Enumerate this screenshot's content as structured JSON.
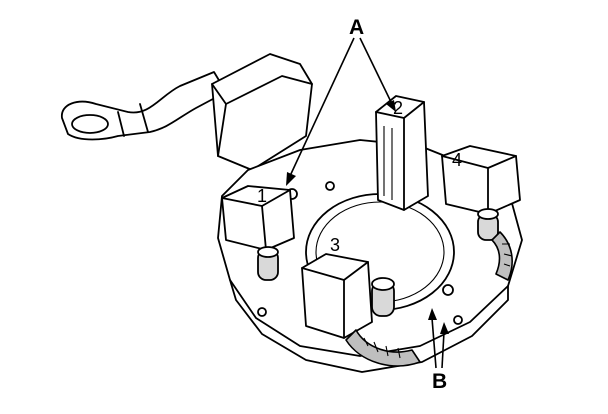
{
  "callouts": {
    "a_label": "A",
    "b_label": "B"
  },
  "brush_numbers": {
    "n1": "1",
    "n2": "2",
    "n3": "3",
    "n4": "4"
  }
}
